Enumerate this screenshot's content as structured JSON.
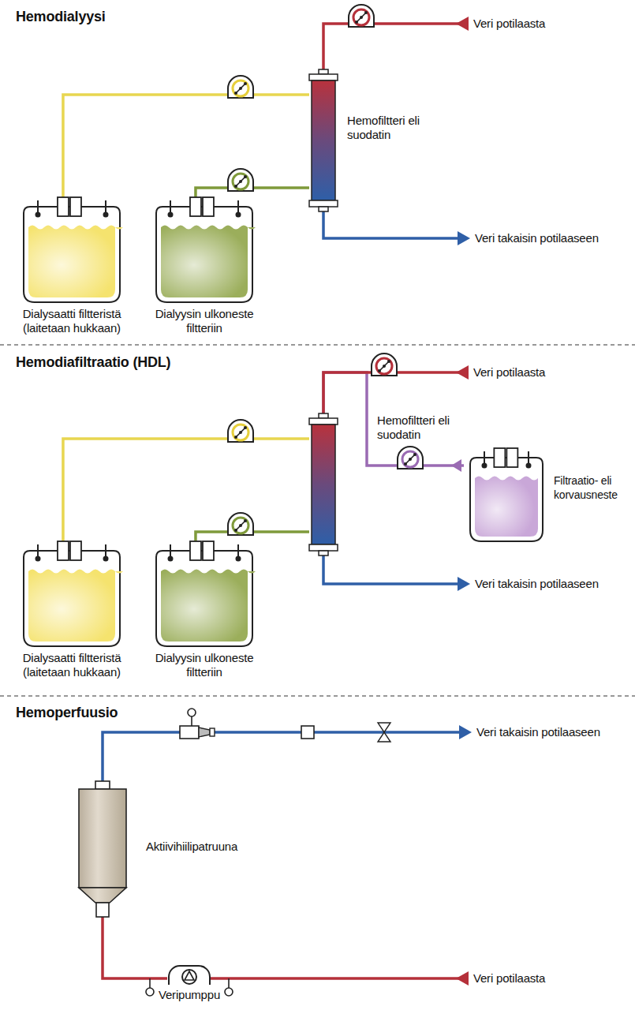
{
  "diagram": {
    "nodes": [
      {
        "text": [
          "Dialysaatti filtteristä (laitetaan hukkaan)"
        ]
      },
      {
        "text": [
          "Dialyysin ulkoneste filtteriin"
        ]
      },
      {
        "text": [
          "Hemofiltteri eli suodatin"
        ]
      },
      {
        "text": [
          "Dialysaatti filtteristä (laitetaan hukkaan)"
        ]
      },
      {
        "text": [
          "Dialyysin ulkoneste filtteriin"
        ]
      },
      {
        "text": [
          "Hemofiltteri eli suodatin"
        ]
      },
      {
        "text": [
          "Filtraatio- eli korvausneste"
        ]
      },
      {
        "text": [
          "Aktiivihiilipatruuna"
        ]
      },
      {
        "text": [
          "Veripumppu"
        ]
      }
    ],
    "edges": [
      {
        "from": 2,
        "to": 0,
        "arrow": "none"
      },
      {
        "from": 1,
        "to": 2,
        "arrow": "none"
      },
      {
        "from": 5,
        "to": 3,
        "arrow": "none"
      },
      {
        "from": 4,
        "to": 5,
        "arrow": "none"
      },
      {
        "from": 6,
        "to": 5,
        "arrow": "none"
      },
      {
        "from": 8,
        "to": 7,
        "arrow": "none"
      }
    ],
    "labels": [
      "Hemodialyysi",
      "Veri potilaasta",
      "Veri takaisin potilaaseen",
      "Hemodiafiltraatio (HDL)",
      "Veri potilaasta",
      "Veri takaisin potilaaseen",
      "Hemoperfuusio",
      "Veri takaisin potilaaseen",
      "Veri potilaasta"
    ]
  }
}
